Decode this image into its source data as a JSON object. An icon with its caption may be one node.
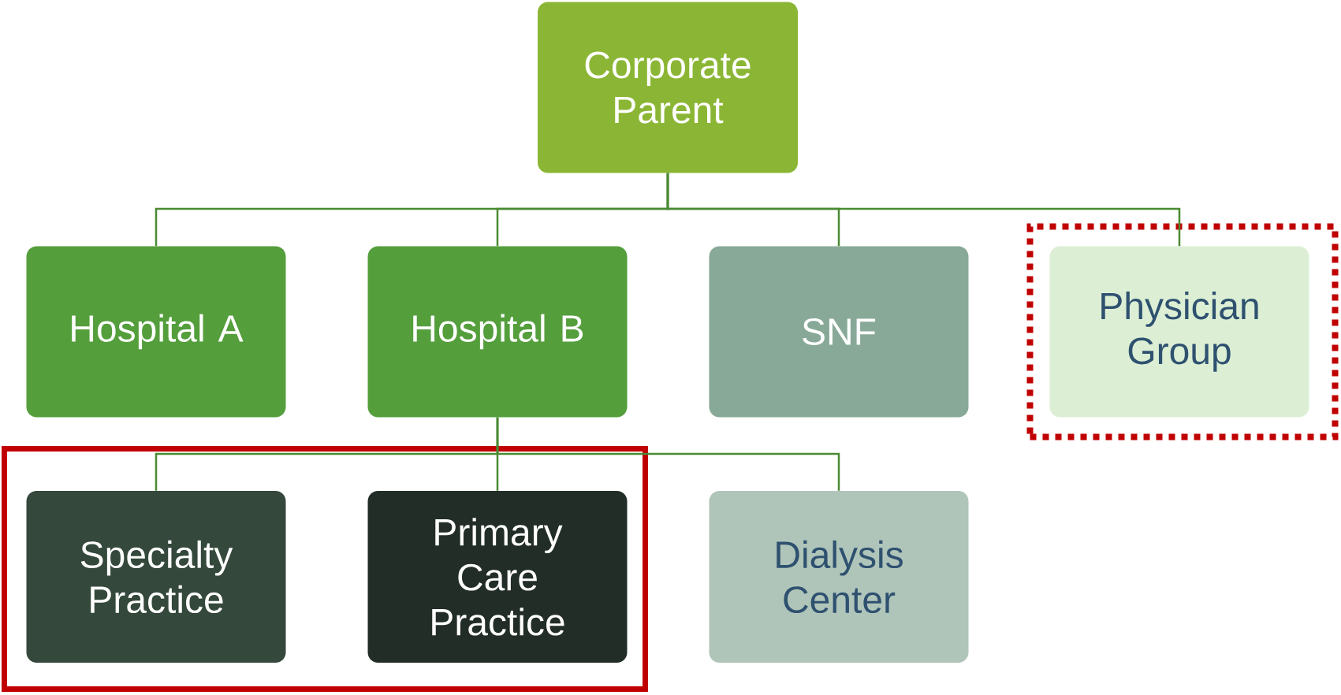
{
  "diagram": {
    "nodes": [
      {
        "text": [
          "Corporate Parent"
        ]
      },
      {
        "text": [
          "Hospital A"
        ]
      },
      {
        "text": [
          "Hospital B"
        ]
      },
      {
        "text": [
          "SNF"
        ]
      },
      {
        "text": [],
        "shape": "box"
      },
      {
        "text": [
          "Physician Group"
        ],
        "in": 4
      },
      {
        "text": [],
        "shape": "box"
      },
      {
        "text": [
          "Specialty Practice"
        ],
        "in": 6
      },
      {
        "text": [
          "Primary Care Practice"
        ],
        "in": 6
      },
      {
        "text": [
          "Dialysis Center"
        ]
      }
    ],
    "edges": [
      {
        "from": 0,
        "to": 1,
        "arrow": "none"
      },
      {
        "from": 0,
        "to": 2,
        "arrow": "none"
      },
      {
        "from": 0,
        "to": 3,
        "arrow": "none"
      },
      {
        "from": 0,
        "to": 5,
        "arrow": "none"
      },
      {
        "from": 2,
        "to": 7,
        "arrow": "none"
      },
      {
        "from": 2,
        "to": 8,
        "arrow": "none"
      },
      {
        "from": 2,
        "to": 9,
        "arrow": "none"
      }
    ]
  }
}
